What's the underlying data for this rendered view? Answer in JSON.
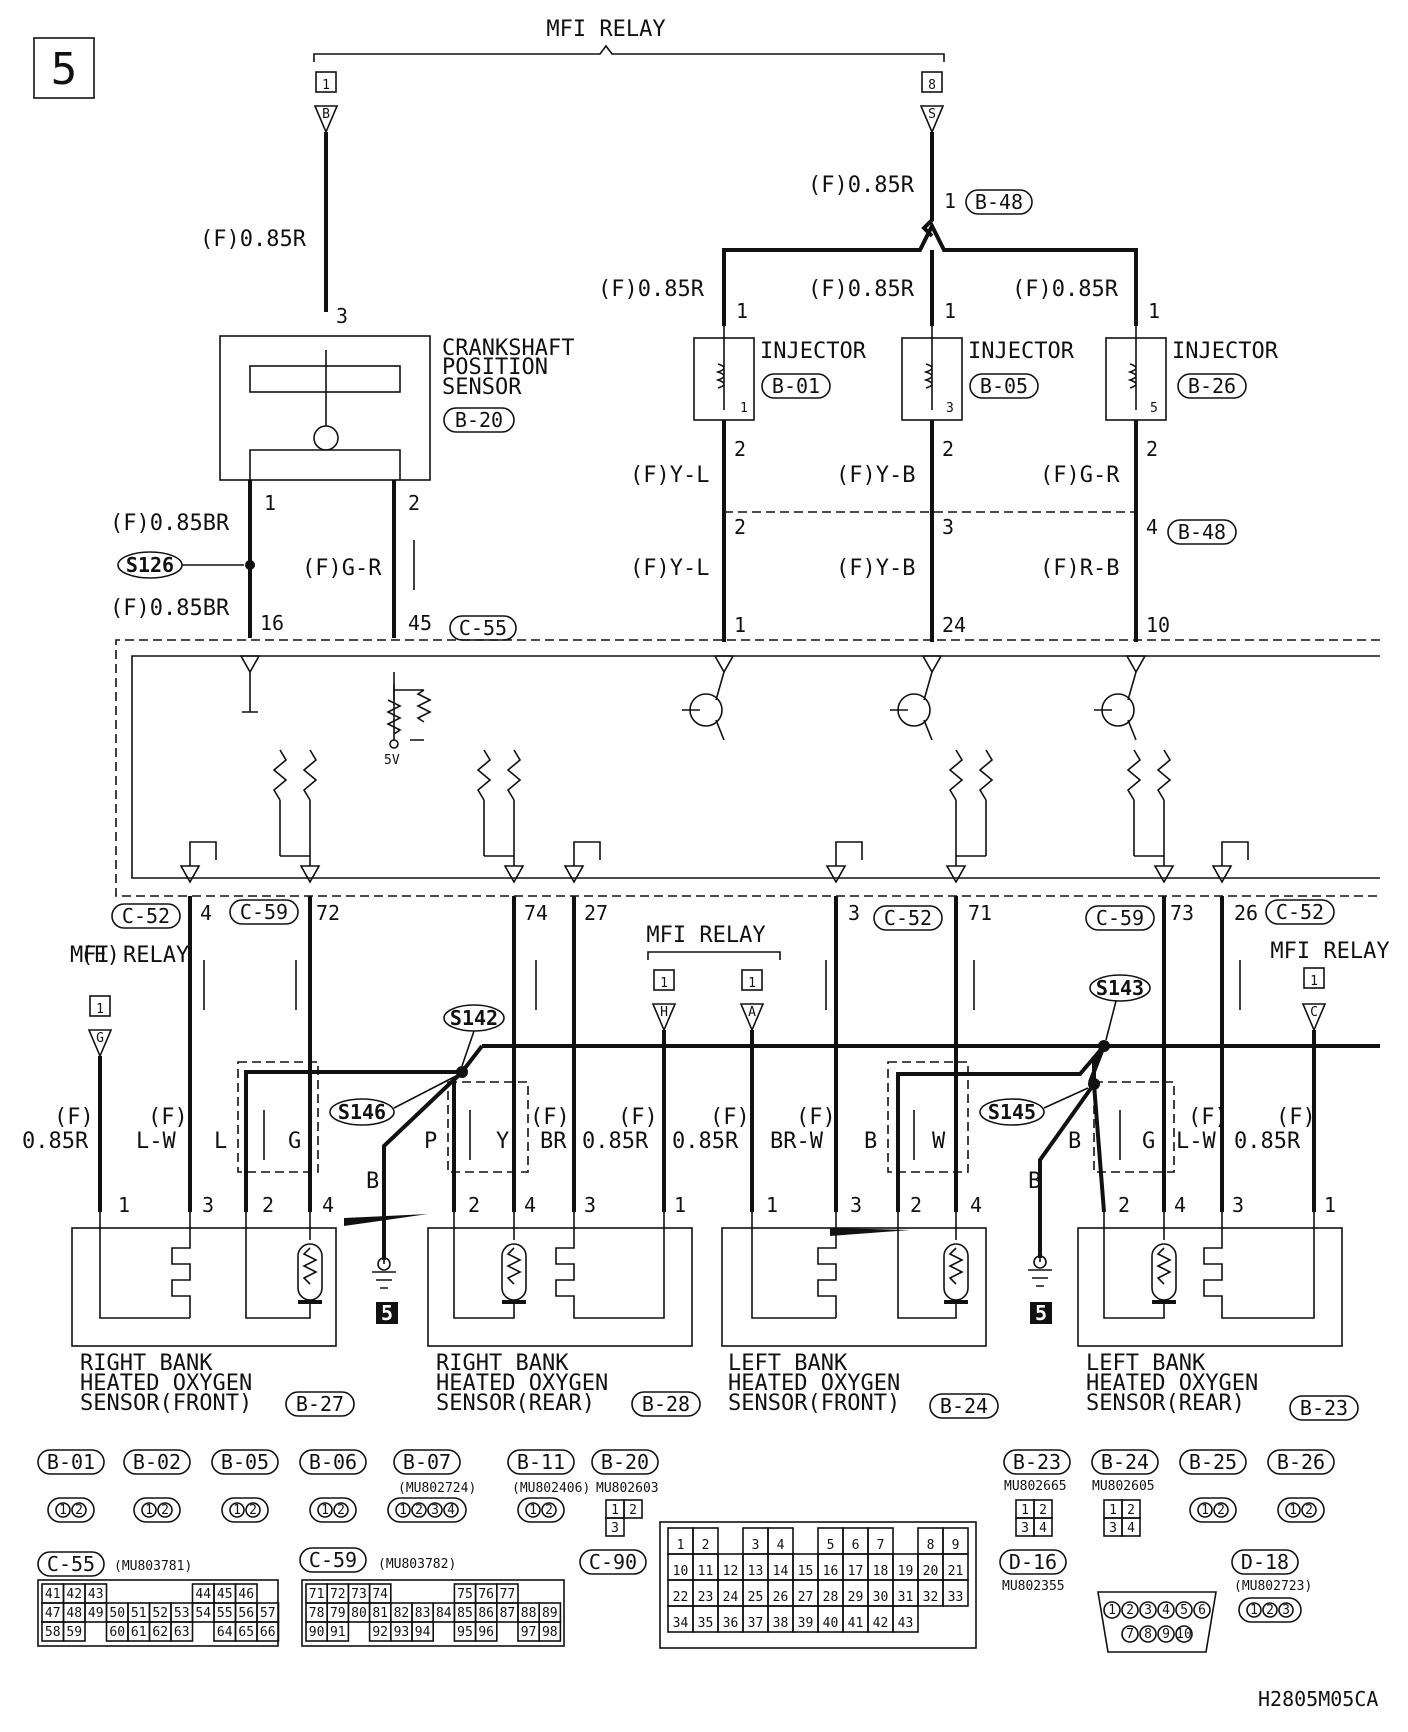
{
  "page_number": "5",
  "mfi_relay": "MFI RELAY",
  "relay_pins": {
    "p1": "1",
    "p8": "8",
    "pB": "B",
    "pS": "S",
    "pG": "G",
    "pH": "H",
    "pA": "A",
    "pC": "C"
  },
  "wires": {
    "r085": "(F)0.85R",
    "br085": "(F)0.85BR",
    "gr": "(F)G-R",
    "yl": "(F)Y-L",
    "yb": "(F)Y-B",
    "rb": "(F)R-B",
    "f": "(F)",
    "v085r": "0.85R",
    "lw": "L-W",
    "br": "BR",
    "brw": "BR-W",
    "l": "L",
    "g": "G",
    "p": "P",
    "y": "Y",
    "b": "B",
    "w": "W"
  },
  "components": {
    "ckp_l1": "CRANKSHAFT",
    "ckp_l2": "POSITION",
    "ckp_l3": "SENSOR",
    "injector": "INJECTOR",
    "s1_l1": "RIGHT BANK",
    "s1_l2": "HEATED OXYGEN",
    "s1_l3": "SENSOR(FRONT)",
    "s2_l1": "RIGHT BANK",
    "s2_l2": "HEATED OXYGEN",
    "s2_l3": "SENSOR(REAR)",
    "s3_l1": "LEFT BANK",
    "s3_l2": "HEATED OXYGEN",
    "s3_l3": "SENSOR(FRONT)",
    "s4_l1": "LEFT BANK",
    "s4_l2": "HEATED OXYGEN",
    "s4_l3": "SENSOR(REAR)",
    "five_v": "5V"
  },
  "connectors": {
    "b48": "B-48",
    "b20": "B-20",
    "b01": "B-01",
    "b05": "B-05",
    "b26": "B-26",
    "c55": "C-55",
    "c52": "C-52",
    "c59": "C-59",
    "b27": "B-27",
    "b28": "B-28",
    "b24": "B-24",
    "b23": "B-23"
  },
  "splices": {
    "s126": "S126",
    "s142": "S142",
    "s143": "S143",
    "s145": "S145",
    "s146": "S146"
  },
  "pins": {
    "n1": "1",
    "n2": "2",
    "n3": "3",
    "n4": "4",
    "n5": "5",
    "n10": "10",
    "n16": "16",
    "n24": "24",
    "n26": "26",
    "n27": "27",
    "n45": "45",
    "n71": "71",
    "n72": "72",
    "n73": "73",
    "n74": "74"
  },
  "legend": {
    "row1": [
      {
        "c": "B-01",
        "pins": [
          "1",
          "2"
        ]
      },
      {
        "c": "B-02",
        "pins": [
          "1",
          "2"
        ]
      },
      {
        "c": "B-05",
        "pins": [
          "1",
          "2"
        ]
      },
      {
        "c": "B-06",
        "pins": [
          "1",
          "2"
        ]
      },
      {
        "c": "B-07",
        "part": "(MU802724)",
        "pins": [
          "1",
          "2",
          "3",
          "4"
        ]
      },
      {
        "c": "B-11",
        "part": "(MU802406)",
        "pins": [
          "1",
          "2"
        ]
      },
      {
        "c": "B-20",
        "part": "MU802603",
        "pins": [
          "1",
          "2",
          "3"
        ]
      }
    ],
    "row1r": [
      {
        "c": "B-23",
        "part": "MU802665",
        "pins": [
          "1",
          "2",
          "3",
          "4"
        ]
      },
      {
        "c": "B-24",
        "part": "MU802605",
        "pins": [
          "1",
          "2",
          "3",
          "4"
        ]
      },
      {
        "c": "B-25",
        "pins": [
          "1",
          "2"
        ]
      },
      {
        "c": "B-26",
        "pins": [
          "1",
          "2"
        ]
      }
    ],
    "c90": "C-90",
    "d16": "D-16",
    "d16part": "MU802355",
    "d18": "D-18",
    "d18part": "(MU802723)",
    "d18pins": [
      "1",
      "2",
      "3"
    ],
    "c55": "C-55",
    "c55part": "(MU803781)",
    "c59": "C-59",
    "c59part": "(MU803782)",
    "c55grid": [
      [
        "41",
        "42",
        "43",
        "",
        "",
        "",
        "",
        "44",
        "45",
        "46"
      ],
      [
        "47",
        "48",
        "49",
        "50",
        "51",
        "52",
        "53",
        "54",
        "55",
        "56",
        "57"
      ],
      [
        "58",
        "59",
        "",
        "60",
        "61",
        "62",
        "63",
        "",
        "64",
        "65",
        "66"
      ]
    ],
    "c59grid": [
      [
        "71",
        "72",
        "73",
        "74",
        "",
        "",
        "",
        "75",
        "76",
        "77"
      ],
      [
        "78",
        "79",
        "80",
        "81",
        "82",
        "83",
        "84",
        "85",
        "86",
        "87",
        "88",
        "89"
      ],
      [
        "90",
        "91",
        "",
        "92",
        "93",
        "94",
        "",
        "95",
        "96",
        "",
        "97",
        "98"
      ]
    ],
    "c90grid": [
      [
        "1",
        "2",
        "",
        "3",
        "4",
        "",
        "5",
        "6",
        "7",
        "",
        "8",
        "9"
      ],
      [
        "10",
        "11",
        "12",
        "13",
        "14",
        "15",
        "16",
        "17",
        "18",
        "19",
        "20",
        "21"
      ],
      [
        "22",
        "23",
        "24",
        "25",
        "26",
        "27",
        "28",
        "29",
        "30",
        "31",
        "32",
        "33"
      ],
      [
        "34",
        "35",
        "36",
        "37",
        "38",
        "39",
        "40",
        "41",
        "42",
        "43"
      ]
    ],
    "diag_pins": [
      "1",
      "2",
      "3",
      "4",
      "5",
      "6",
      "7",
      "8",
      "9",
      "10"
    ],
    "code": "H2805M05CA"
  }
}
